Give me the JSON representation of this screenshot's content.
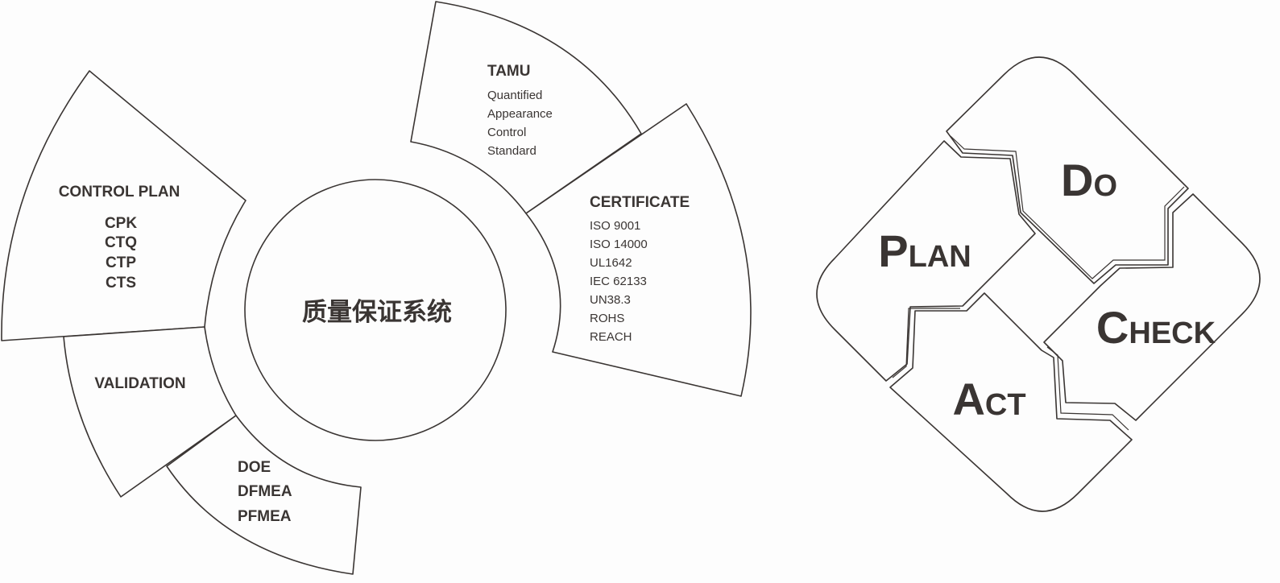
{
  "center": {
    "title": "质量保证系统"
  },
  "segments": {
    "control_plan": {
      "heading": "CONTROL PLAN",
      "items": [
        "CPK",
        "CTQ",
        "CTP",
        "CTS"
      ]
    },
    "validation": {
      "heading": "VALIDATION"
    },
    "doe": {
      "items": [
        "DOE",
        "DFMEA",
        "PFMEA"
      ]
    },
    "tamu": {
      "heading": "TAMU",
      "items": [
        "Quantified",
        "Appearance",
        "Control",
        "Standard"
      ]
    },
    "certificate": {
      "heading": "CERTIFICATE",
      "items": [
        "ISO 9001",
        "ISO 14000",
        "UL1642",
        "IEC 62133",
        "UN38.3",
        "ROHS",
        "REACH"
      ]
    }
  },
  "pdca": {
    "do": {
      "initial": "D",
      "rest": "O"
    },
    "plan": {
      "initial": "P",
      "rest": "LAN"
    },
    "check": {
      "initial": "C",
      "rest": "HECK"
    },
    "act": {
      "initial": "A",
      "rest": "CT"
    }
  }
}
